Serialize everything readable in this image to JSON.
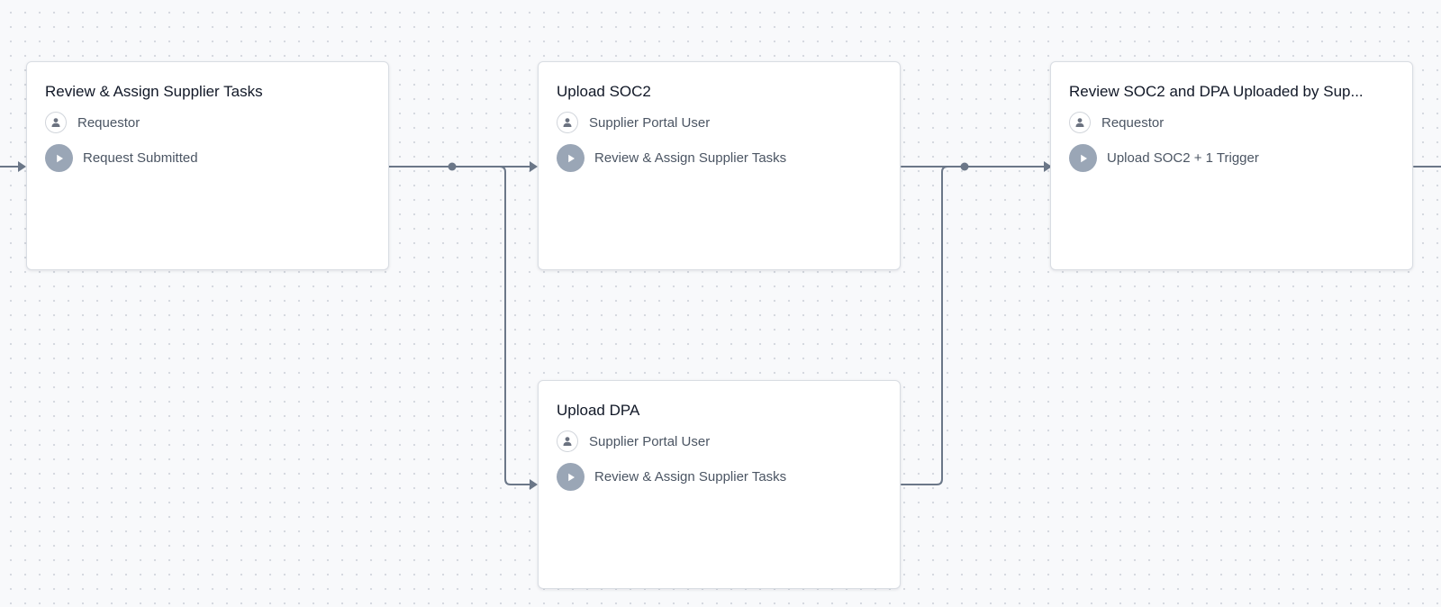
{
  "colors": {
    "connector": "#6b7788",
    "trigger_icon_bg": "#9aa6b6",
    "card_border": "#d9dde3",
    "title_text": "#111827",
    "meta_text": "#4b5563"
  },
  "nodes": [
    {
      "title": "Review & Assign Supplier Tasks",
      "assignee": "Requestor",
      "assignee_icon": "user-icon",
      "trigger": "Request Submitted",
      "trigger_icon": "play-icon"
    },
    {
      "title": "Upload SOC2",
      "assignee": "Supplier Portal User",
      "assignee_icon": "user-icon",
      "trigger": "Review & Assign Supplier Tasks",
      "trigger_icon": "play-icon"
    },
    {
      "title": "Review SOC2 and DPA Uploaded by Sup...",
      "assignee": "Requestor",
      "assignee_icon": "user-icon",
      "trigger": "Upload SOC2 + 1 Trigger",
      "trigger_icon": "play-icon"
    },
    {
      "title": "Upload DPA",
      "assignee": "Supplier Portal User",
      "assignee_icon": "user-icon",
      "trigger": "Review & Assign Supplier Tasks",
      "trigger_icon": "play-icon"
    }
  ]
}
